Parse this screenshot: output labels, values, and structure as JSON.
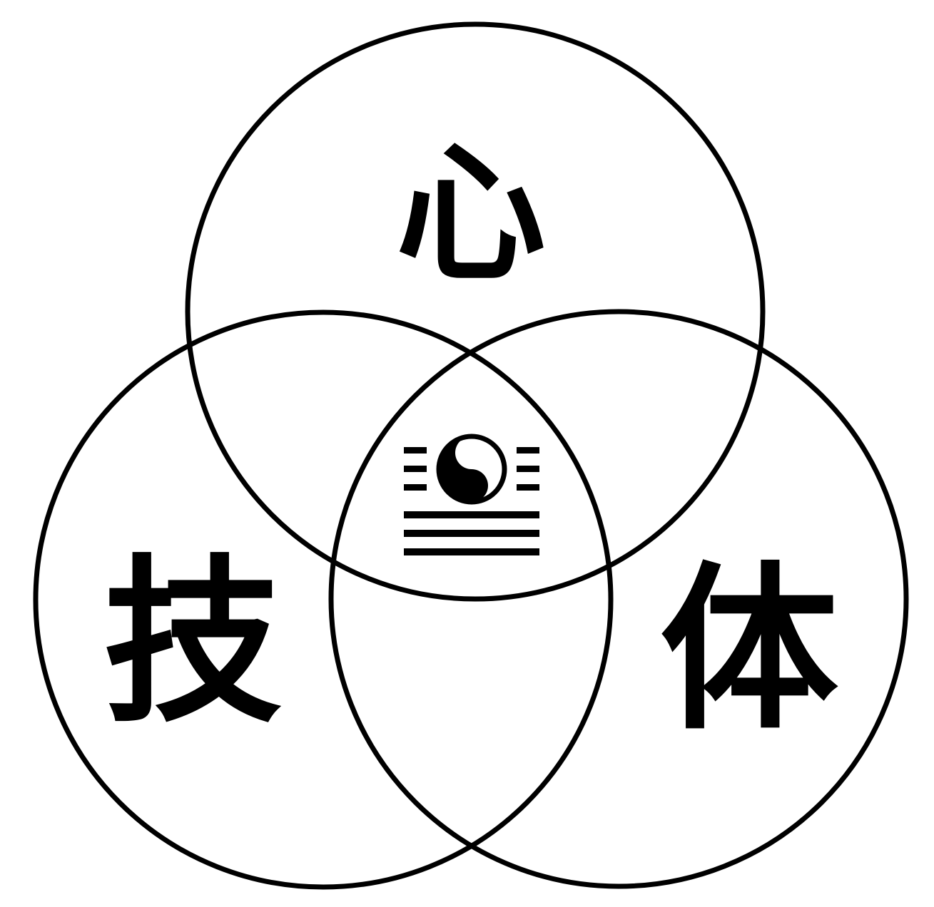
{
  "diagram": {
    "circles": [
      {
        "id": "top",
        "label": "心"
      },
      {
        "id": "left",
        "label": "技"
      },
      {
        "id": "right",
        "label": "体"
      }
    ],
    "center_icon": "yin-yang-icon",
    "trigram_icon": "trigram-lines-icon",
    "colors": {
      "ink": "#000000",
      "background": "#ffffff"
    }
  }
}
